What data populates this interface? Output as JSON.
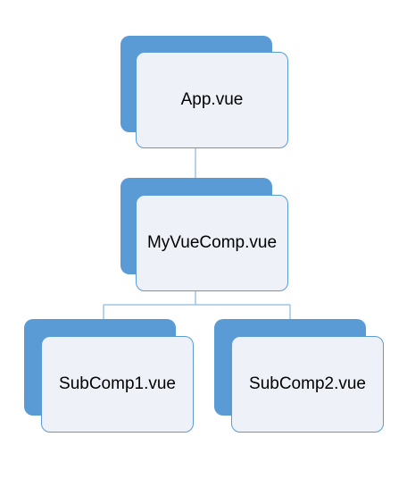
{
  "diagram": {
    "colors": {
      "accent": "#5b9bd5",
      "node_fill": "#eef2f8",
      "connector": "#9dc3e6",
      "text": "#000000"
    },
    "nodes": {
      "app": {
        "label": "App.vue"
      },
      "my_vue_comp": {
        "label": "MyVueComp.vue"
      },
      "sub_comp_1": {
        "label": "SubComp1.vue"
      },
      "sub_comp_2": {
        "label": "SubComp2.vue"
      }
    }
  }
}
